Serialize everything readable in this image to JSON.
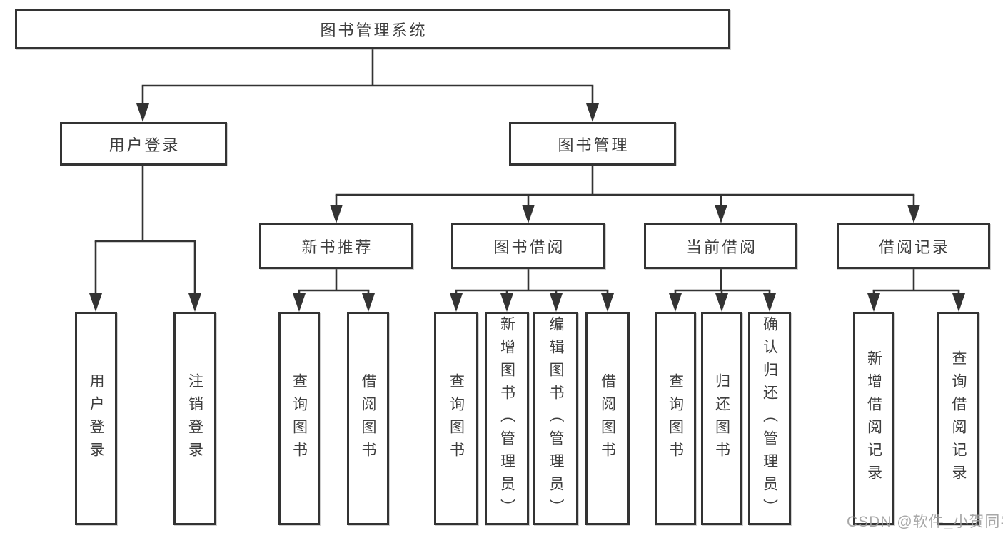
{
  "diagram": {
    "root": {
      "label": "图书管理系统"
    },
    "level2": [
      {
        "label": "用户登录"
      },
      {
        "label": "图书管理"
      }
    ],
    "level3": [
      {
        "label": "新书推荐"
      },
      {
        "label": "图书借阅"
      },
      {
        "label": "当前借阅"
      },
      {
        "label": "借阅记录"
      }
    ],
    "leaves": {
      "user_login": [
        "用户登录",
        "注销登录"
      ],
      "new_books": [
        "查询图书",
        "借阅图书"
      ],
      "book_borrow": [
        "查询图书",
        "新增图书（管理员）",
        "编辑图书（管理员）",
        "借阅图书"
      ],
      "current_borrow": [
        "查询图书",
        "归还图书",
        "确认归还（管理员）"
      ],
      "borrow_records": [
        "新增借阅记录",
        "查询借阅记录"
      ]
    }
  },
  "watermark": "CSDN @软件_小贺同学",
  "colors": {
    "line": "#333333",
    "text": "#3e3e3e",
    "watermark": "#9e9e9e",
    "background": "#ffffff"
  }
}
